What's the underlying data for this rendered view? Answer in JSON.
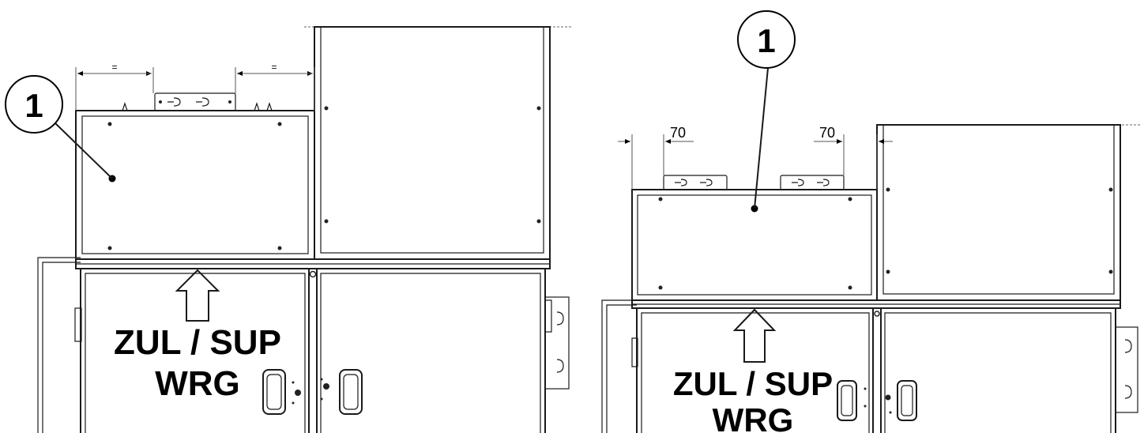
{
  "left_view": {
    "callout": "1",
    "dim_left": "=",
    "dim_right": "=",
    "label_line1": "ZUL / SUP",
    "label_line2": "WRG"
  },
  "right_view": {
    "callout": "1",
    "dim_left": "70",
    "dim_right": "70",
    "label_line1": "ZUL / SUP",
    "label_line2": "WRG"
  }
}
